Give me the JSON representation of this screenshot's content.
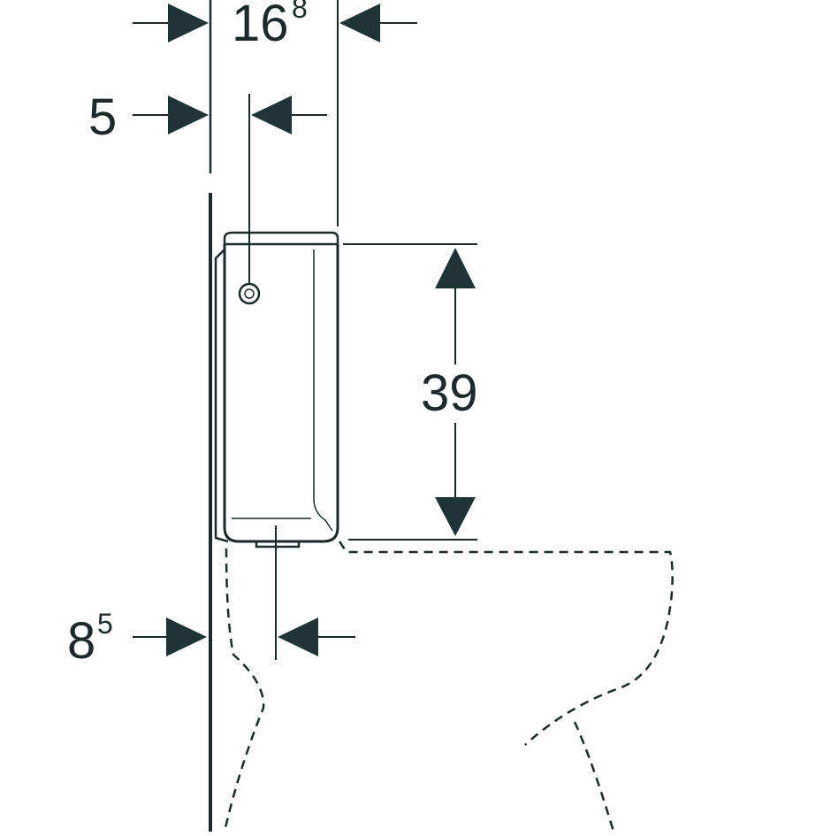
{
  "colors": {
    "ink": "#1d2a2a",
    "arrow": "#1f3535",
    "background": "#ffffff"
  },
  "dimensions": {
    "top_width": {
      "main": "16",
      "sup": "8"
    },
    "offset_button": {
      "main": "5"
    },
    "tank_height": {
      "main": "39"
    },
    "bottom_offset": {
      "main": "8",
      "sup": "5"
    }
  }
}
